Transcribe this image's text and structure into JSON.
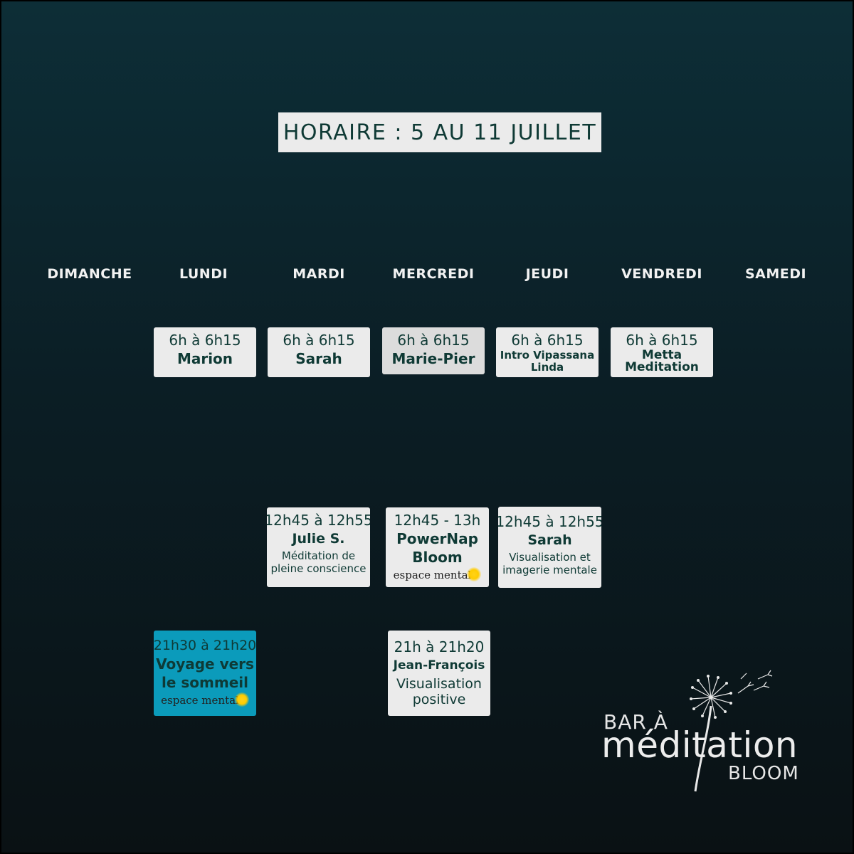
{
  "title": "HORAIRE : 5 AU 11 JUILLET",
  "days": [
    "DIMANCHE",
    "LUNDI",
    "MARDI",
    "MERCREDI",
    "JEUDI",
    "VENDREDI",
    "SAMEDI"
  ],
  "sessions": {
    "mon_morning": {
      "time": "6h à 6h15",
      "name": "Marion"
    },
    "tue_morning": {
      "time": "6h à 6h15",
      "name": "Sarah"
    },
    "wed_morning": {
      "time": "6h à 6h15",
      "name": "Marie-Pier"
    },
    "thu_morning": {
      "time": "6h à 6h15",
      "name": "Intro Vipassana",
      "name2": "Linda"
    },
    "fri_morning": {
      "time": "6h à 6h15",
      "name": "Metta",
      "name2": "Meditation"
    },
    "tue_noon": {
      "time": "12h45 à 12h55",
      "name": "Julie S.",
      "desc": "Méditation de",
      "desc2": "pleine conscience"
    },
    "wed_noon": {
      "time": "12h45 - 13h",
      "name": "PowerNap",
      "name2": "Bloom",
      "brand": "espace mental"
    },
    "thu_noon": {
      "time": "12h45 à 12h55",
      "name": "Sarah",
      "desc": "Visualisation et",
      "desc2": "imagerie mentale"
    },
    "mon_evening": {
      "time": "21h30 à 21h20",
      "name": "Voyage vers",
      "name2": "le sommeil",
      "brand": "espace mental"
    },
    "wed_evening": {
      "time": "21h à 21h20",
      "name": "Jean-François",
      "desc": "Visualisation",
      "desc2": "positive"
    }
  },
  "logo": {
    "line1": "BAR À",
    "line2": "méditation",
    "line3": "BLOOM"
  },
  "colors": {
    "card": "#ebebeb",
    "accent_blue": "#0b9bbb",
    "text_green": "#0f3a35"
  }
}
